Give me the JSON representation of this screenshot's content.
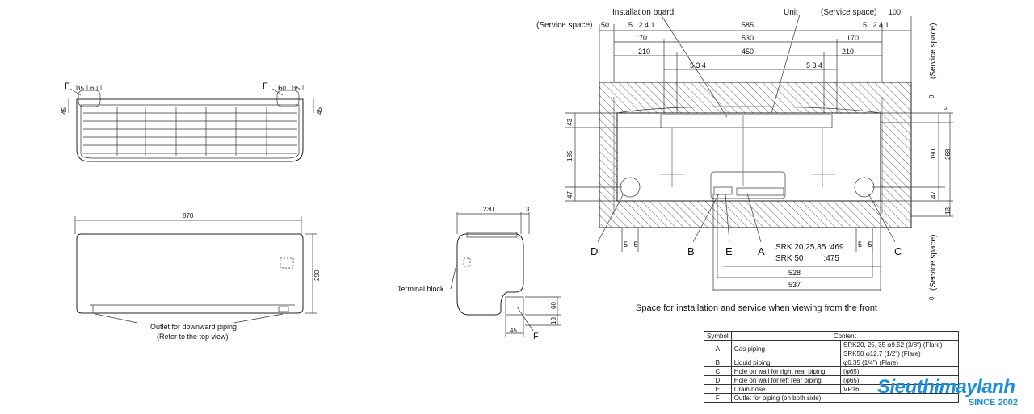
{
  "top_view": {
    "label_f": "F",
    "d_35": "35",
    "d_60": "60",
    "d_45": "45"
  },
  "front_view": {
    "d_870": "870",
    "d_290": "290",
    "note_line1": "Outlet for downward piping",
    "note_line2": "(Refer to the top view)"
  },
  "side_view": {
    "d_230": "230",
    "d_3": "3",
    "terminal_block": "Terminal block",
    "d_60": "60",
    "d_13": "13",
    "d_45": "45",
    "label_f": "F"
  },
  "space_view": {
    "installation_board": "Installation board",
    "unit": "Unit",
    "service_space_left": "(Service space)",
    "service_space_top": "(Service space)",
    "service_space_right_top": "(Service space)",
    "service_space_right_bottom": "(Service space)",
    "d_50": "50",
    "d_100": "100",
    "d_585": "585",
    "d_5241_left": "5 . 2 4 1",
    "d_5241_right": "5 . 2 4 1",
    "d_170_left": "170",
    "d_530": "530",
    "d_170_right": "170",
    "d_210_left": "210",
    "d_450": "450",
    "d_210_right": "210",
    "d_534_left": "5 3 4",
    "d_534_right": "5 3 4",
    "d_43": "43",
    "d_185": "185",
    "d_47_left": "47",
    "d_0_right_top": "0",
    "d_0_right_bottom": "0",
    "d_9": "9",
    "d_190": "190",
    "d_268": "268",
    "d_47_right": "47",
    "d_13": "13",
    "label_d": "D",
    "label_b": "B",
    "label_e": "E",
    "label_a": "A",
    "label_c": "C",
    "d_5_5_left": "5   5",
    "d_5_5_right": "5   5",
    "srk_line1": "SRK 20,25,35 :469",
    "srk_line2": "SRK 50         :475",
    "d_528": "528",
    "d_537": "537",
    "caption": "Space for installation and service when viewing from the front"
  },
  "table": {
    "header_symbol": "Symbol",
    "header_content": "Content",
    "rows": [
      {
        "sym": "A",
        "item": "Gas piping",
        "spec": "SRK20, 25, 35   φ9.52 (3/8\")   (Flare)"
      },
      {
        "sym": "",
        "item": "",
        "spec": "SRK50             φ12.7 (1/2\")   (Flare)"
      },
      {
        "sym": "B",
        "item": "Liquid piping",
        "spec": "φ6.35 (1/4\")   (Flare)"
      },
      {
        "sym": "C",
        "item": "Hole on wall for right rear piping",
        "spec": "(φ65)"
      },
      {
        "sym": "D",
        "item": "Hole on wall for left rear piping",
        "spec": "(φ65)"
      },
      {
        "sym": "E",
        "item": "Drain hose",
        "spec": "VP16"
      },
      {
        "sym": "F",
        "item": "Outlet for piping  (on both side)",
        "spec": ""
      }
    ]
  },
  "brand": {
    "name": "Sieuthimaylanh",
    "since": "SINCE 2002",
    "color": "#1a8fd6"
  }
}
